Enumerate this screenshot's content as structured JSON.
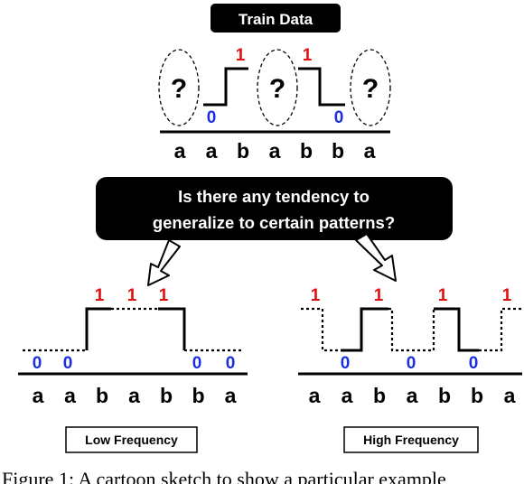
{
  "train": {
    "title": "Train Data",
    "sequence": [
      "a",
      "a",
      "b",
      "a",
      "b",
      "b",
      "a"
    ],
    "question_mark": "?",
    "one_label": "1",
    "zero_label": "0"
  },
  "callout": {
    "line1": "Is there any tendency to",
    "line2": "generalize to certain patterns?"
  },
  "low": {
    "sequence": [
      "a",
      "a",
      "b",
      "a",
      "b",
      "b",
      "a"
    ],
    "one_label": "1",
    "zero_label": "0",
    "label": "Low Frequency"
  },
  "high": {
    "sequence": [
      "a",
      "a",
      "b",
      "a",
      "b",
      "b",
      "a"
    ],
    "one_label": "1",
    "zero_label": "0",
    "label": "High Frequency"
  },
  "caption": "Figure 1: A cartoon sketch to show a particular example"
}
